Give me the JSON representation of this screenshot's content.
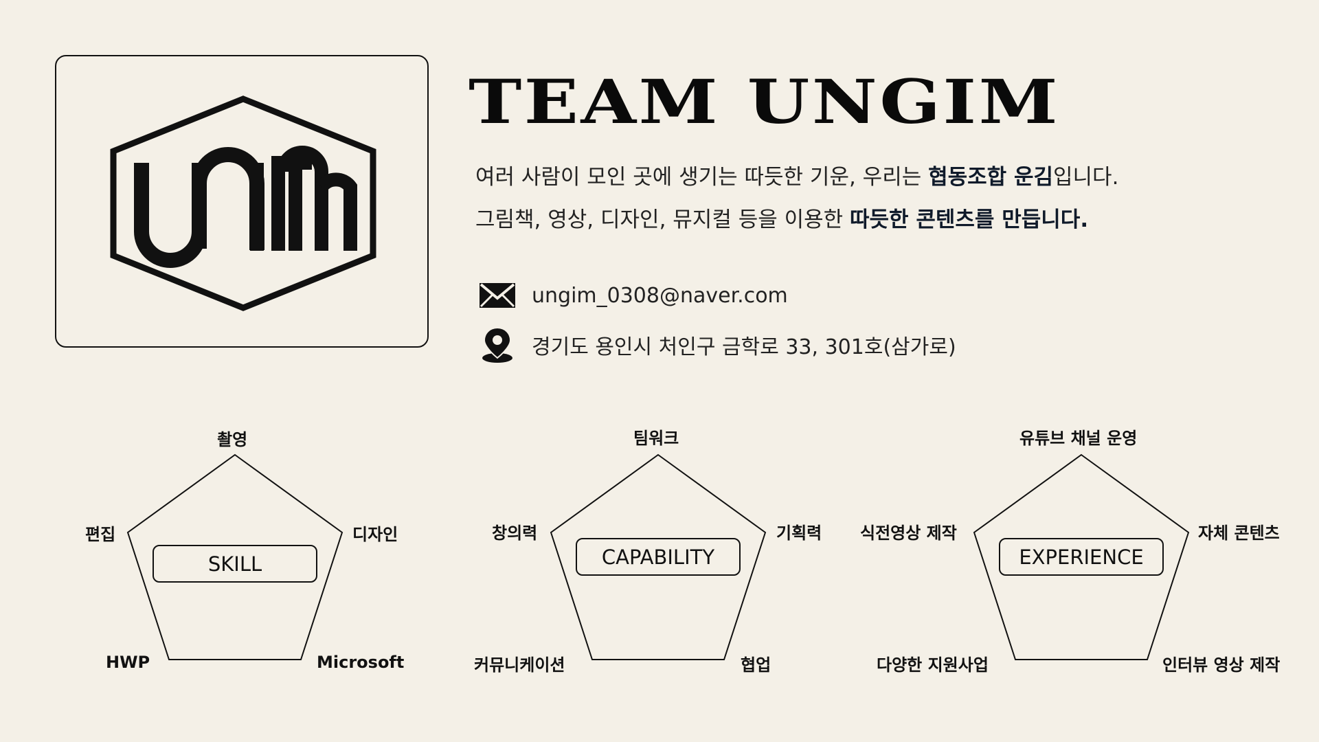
{
  "header": {
    "title": "TEAM UNGIM",
    "logo_text": "UNIM"
  },
  "description": {
    "line1_prefix": "여러 사람이 모인 곳에 생기는 따듯한 기운, 우리는 ",
    "line1_bold": "협동조합 운김",
    "line1_suffix": "입니다.",
    "line2_prefix": "그림책, 영상, 디자인, 뮤지컬 등을 이용한 ",
    "line2_bold": "따듯한 콘텐츠를 만듭니다."
  },
  "contact": {
    "email_icon": "mail-icon",
    "email": "ungim_0308@naver.com",
    "address_icon": "location-pin-icon",
    "address": "경기도 용인시 처인구 금학로 33, 301호(삼가로)"
  },
  "radars": [
    {
      "center_label": "SKILL",
      "top": "촬영",
      "right": "디자인",
      "bottom_right": "Microsoft",
      "bottom_left": "HWP",
      "left": "편집"
    },
    {
      "center_label": "CAPABILITY",
      "top": "팀워크",
      "right": "기획력",
      "bottom_right": "협업",
      "bottom_left": "커뮤니케이션",
      "left": "창의력"
    },
    {
      "center_label": "EXPERIENCE",
      "top": "유튜브 채널 운영",
      "right": "자체 콘텐츠",
      "bottom_right": "인터뷰 영상 제작",
      "bottom_left": "다양한 지원사업",
      "left": "식전영상 제작"
    }
  ],
  "colors": {
    "background": "#f4f0e7",
    "ink": "#111111",
    "bold_text": "#0f1a2a"
  }
}
